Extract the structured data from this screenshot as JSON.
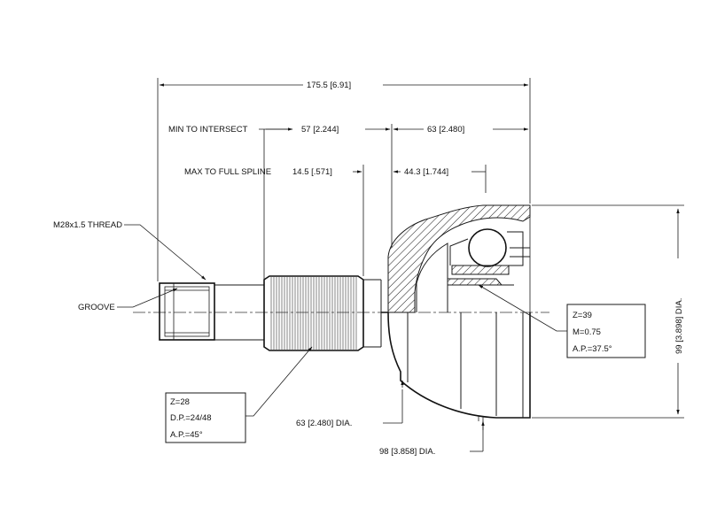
{
  "dimensions": {
    "overall_length": "175.5 [6.91]",
    "min_to_intersect_label": "MIN TO INTERSECT",
    "min_to_intersect_value": "57 [2.244]",
    "cup_length": "63 [2.480]",
    "max_to_full_spline_label": "MAX TO FULL SPLINE",
    "max_to_full_spline_value": "14.5 [.571]",
    "spline_to_center": "44.3 [1.744]",
    "outer_dia": "99 [3.898] DIA.",
    "dia_63": "63 [2.480] DIA.",
    "dia_98": "98 [3.858] DIA."
  },
  "labels": {
    "thread": "M28x1.5 THREAD",
    "groove": "GROOVE"
  },
  "spline_spec": {
    "z": "Z=28",
    "dp": "D.P.=24/48",
    "ap": "A.P.=45°"
  },
  "inner_spec": {
    "z": "Z=39",
    "m": "M=0.75",
    "ap": "A.P.=37.5°"
  }
}
